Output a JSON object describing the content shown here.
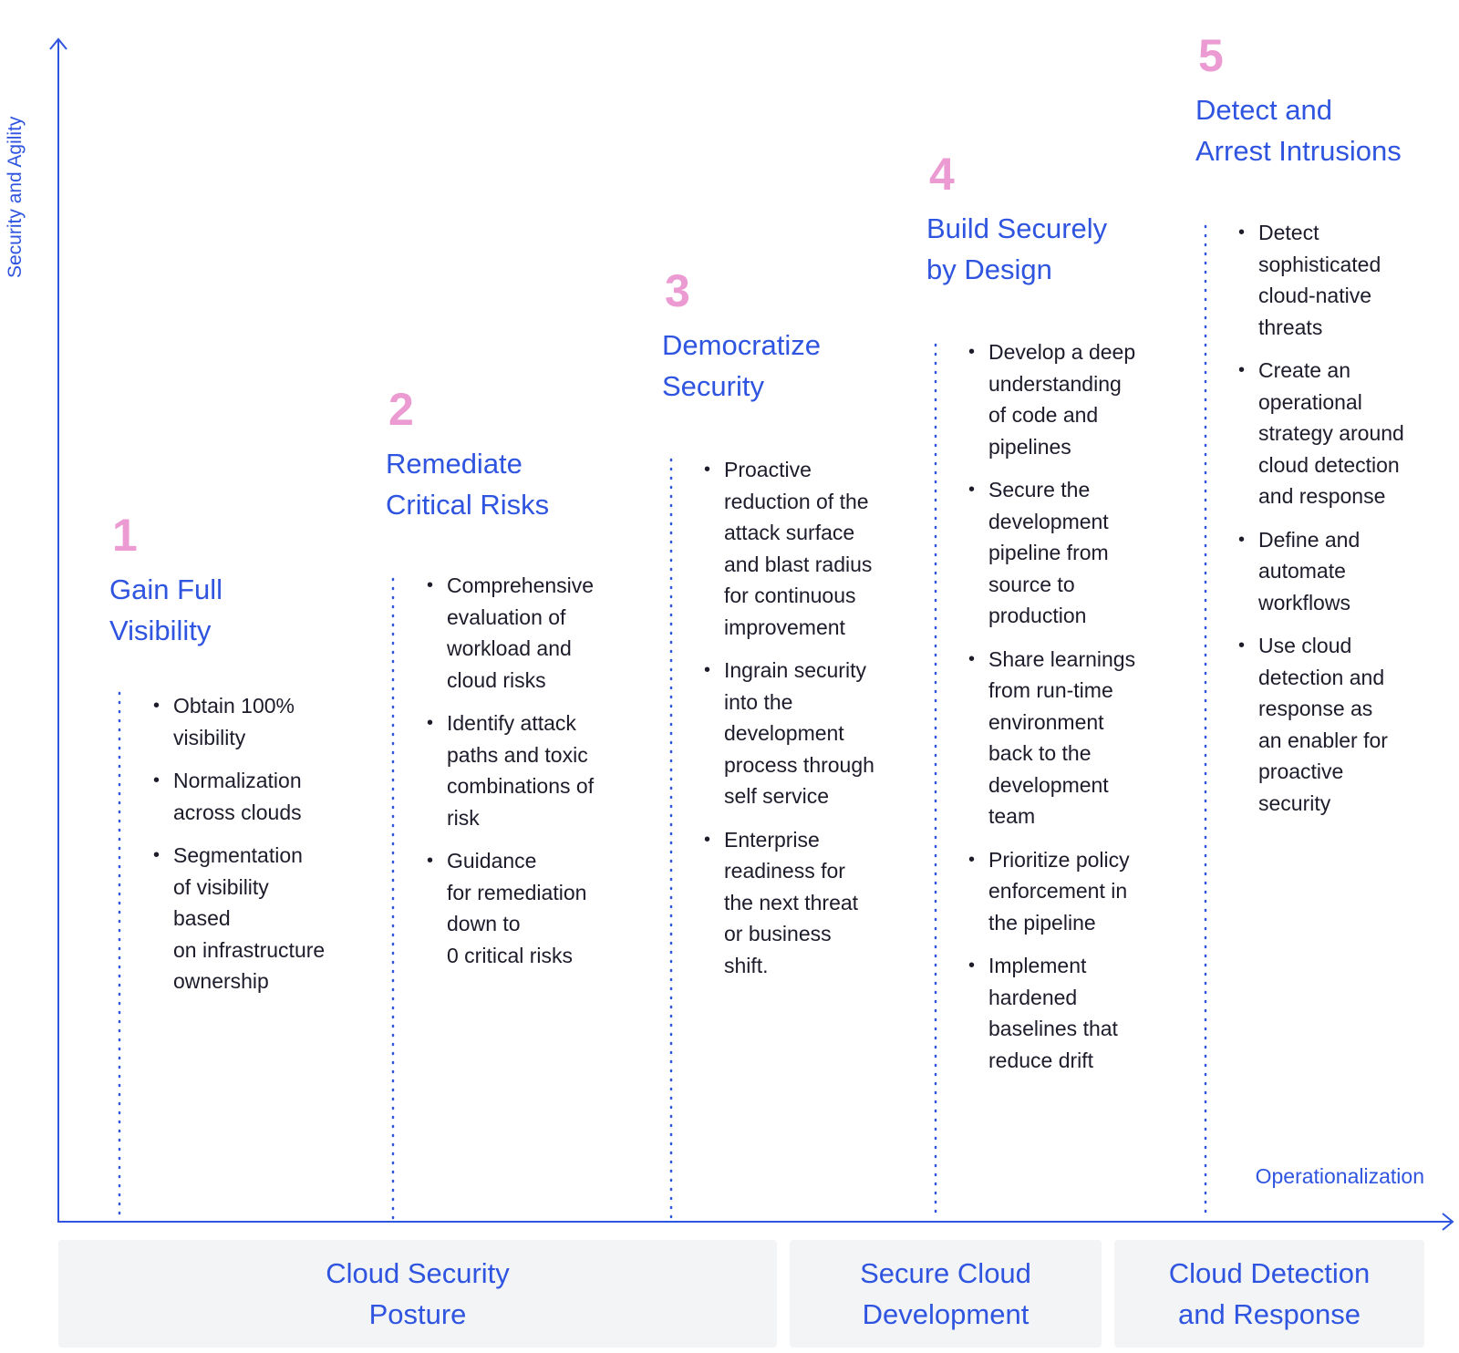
{
  "axes": {
    "y_label": "Security and Agility",
    "x_label": "Operationalization"
  },
  "colors": {
    "accent": "#2f55e0",
    "step_number": "#ec9ad2",
    "body_text": "#1c1c2a",
    "box_fill": "#f3f4f6"
  },
  "stages": [
    {
      "number": "1",
      "title": "Gain Full\nVisibility",
      "bullets": [
        "Obtain 100%\nvisibility",
        "Normalization\nacross clouds",
        "Segmentation\nof visibility\nbased\non infrastructure\nownership"
      ]
    },
    {
      "number": "2",
      "title": "Remediate\nCritical Risks",
      "bullets": [
        "Comprehensive\nevaluation of\nworkload and\ncloud risks",
        "Identify attack\npaths and toxic\ncombinations of\nrisk",
        "Guidance\nfor remediation\ndown to\n0 critical risks"
      ]
    },
    {
      "number": "3",
      "title": "Democratize\nSecurity",
      "bullets": [
        "Proactive\nreduction of the\nattack surface\nand blast radius\nfor continuous\nimprovement",
        "Ingrain security\ninto the\ndevelopment\nprocess through\nself service",
        "Enterprise\nreadiness for\nthe next threat\nor business\nshift."
      ]
    },
    {
      "number": "4",
      "title": "Build Securely\nby Design",
      "bullets": [
        "Develop a deep\nunderstanding\nof code and\npipelines",
        "Secure the\ndevelopment\npipeline from\nsource to\nproduction",
        "Share learnings\nfrom run-time\nenvironment\nback to the\ndevelopment\nteam",
        "Prioritize policy\nenforcement in\nthe pipeline",
        "Implement\nhardened\nbaselines that\nreduce drift"
      ]
    },
    {
      "number": "5",
      "title": "Detect and\nArrest Intrusions",
      "bullets": [
        "Detect\nsophisticated\ncloud-native\nthreats",
        "Create an\noperational\nstrategy around\ncloud detection\nand response",
        "Define and\nautomate\nworkflows",
        "Use cloud\ndetection and\nresponse as\nan enabler for\nproactive\nsecurity"
      ]
    }
  ],
  "categories": [
    "Cloud Security\nPosture",
    "Secure Cloud\nDevelopment",
    "Cloud Detection\nand Response"
  ]
}
